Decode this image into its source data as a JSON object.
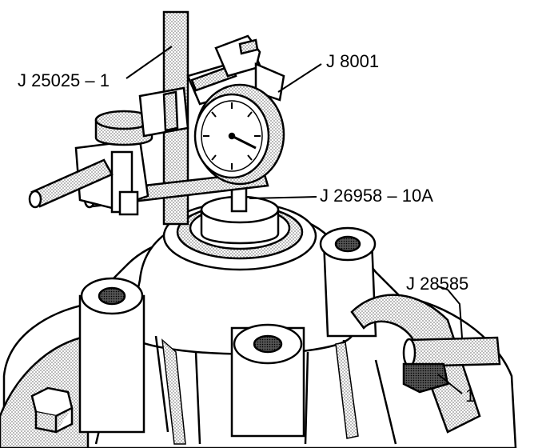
{
  "callouts": {
    "gauge_post": "J 25025 – 1",
    "dial_indicator": "J 8001",
    "gauge_plate": "J 26958 – 10A",
    "bar_tool": "J 28585",
    "item_1": "1"
  },
  "colors": {
    "line": "#000000",
    "shade": "#b8b8b8",
    "background": "#ffffff"
  }
}
